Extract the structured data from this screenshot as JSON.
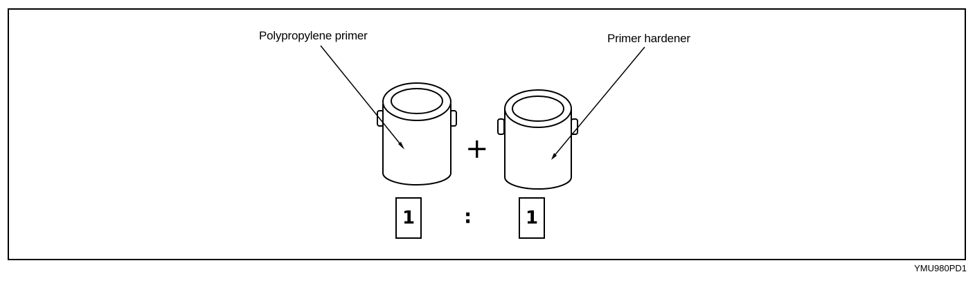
{
  "labels": {
    "primer": "Polypropylene primer",
    "hardener": "Primer hardener"
  },
  "operator": "+",
  "ratio": {
    "left": "1",
    "separator": ":",
    "right": "1"
  },
  "figure_code": "YMU980PD1"
}
